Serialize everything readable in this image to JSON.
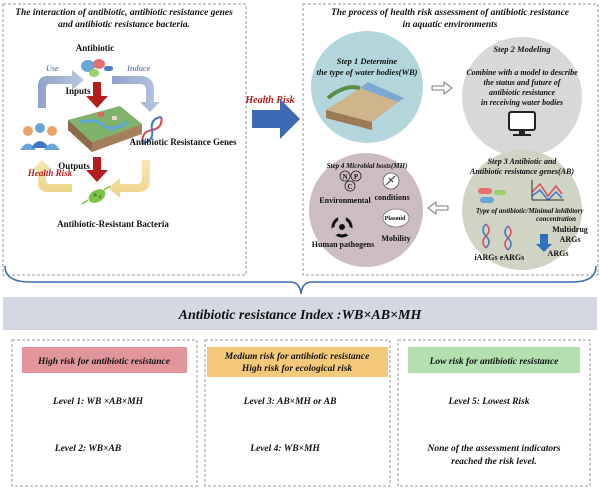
{
  "left_panel": {
    "title_line1": "The interaction of antibiotic, antibiotic resistance genes",
    "title_line2": "and antibiotic resistance bacteria.",
    "antibiotic": "Antibiotic",
    "use": "Use",
    "induce": "Induce",
    "inputs": "Inputs",
    "outputs": "Outputs",
    "arg": "Antibiotic Resistance Genes",
    "health_risk": "Health Risk",
    "arb": "Antibiotic-Resistant Bacteria"
  },
  "center_arrow_label": "Health Risk",
  "right_panel": {
    "title_line1": "The process of health risk assessment of antibiotic resistance",
    "title_line2": "in aquatic environments",
    "step1": {
      "line1": "Step 1 Determine",
      "line2": "the type of water bodies(WB)"
    },
    "step2": {
      "title": "Step 2 Modeling",
      "desc": [
        "Combine with a model to describe",
        "the status and future of",
        "antibiotic resistance",
        "in receiving water bodies"
      ]
    },
    "step3": {
      "line1": "Step 3 Antibiotic and",
      "line2": "Antibiotic resistance genes(AB)",
      "type_label": "Type of antibiotic/",
      "mic_line1": "Minimal inhibitory",
      "mic_line2": "concentration",
      "multidrug": "Multidrug",
      "args1": "ARGs",
      "iargs": "iARGs",
      "eargs": "eARGs",
      "args2": "ARGs"
    },
    "step4": {
      "title": "Step 4 Microbial hosts(MH)",
      "n": "N",
      "p": "P",
      "c": "C",
      "environmental": "Environmental",
      "conditions": "conditions",
      "human_pathogens": "Human pathogens",
      "plasmid": "Plasmid",
      "mobility": "Mobility"
    }
  },
  "index_banner": "Antibiotic resistance Index :WB×AB×MH",
  "risk_columns": [
    {
      "header_lines": [
        "High risk for antibiotic resistance"
      ],
      "color": "#e0969b",
      "levels": [
        "Level 1: WB ×AB×MH",
        "Level 2: WB×AB"
      ]
    },
    {
      "header_lines": [
        "Medium risk for antibiotic resistance",
        "High risk for ecological risk"
      ],
      "color": "#f5c97a",
      "levels": [
        "Level 3: AB×MH or AB",
        "Level 4: WB×MH"
      ]
    },
    {
      "header_lines": [
        "Low risk for antibiotic resistance"
      ],
      "color": "#b3dfb1",
      "levels": [
        "Level 5: Lowest Risk",
        "None of the assessment indicators",
        "reached the risk level."
      ]
    }
  ],
  "colors": {
    "banner": "#d3d8e3",
    "main_arrow": "#3d69b3",
    "red_arrow": "#b71c1c",
    "step1_bg": "#b3d6dc",
    "step2_bg": "#d8d8d8",
    "step3_bg": "#cfd4c4",
    "step4_bg": "#cdbcc1",
    "health_risk_text": "#b71c1c"
  }
}
